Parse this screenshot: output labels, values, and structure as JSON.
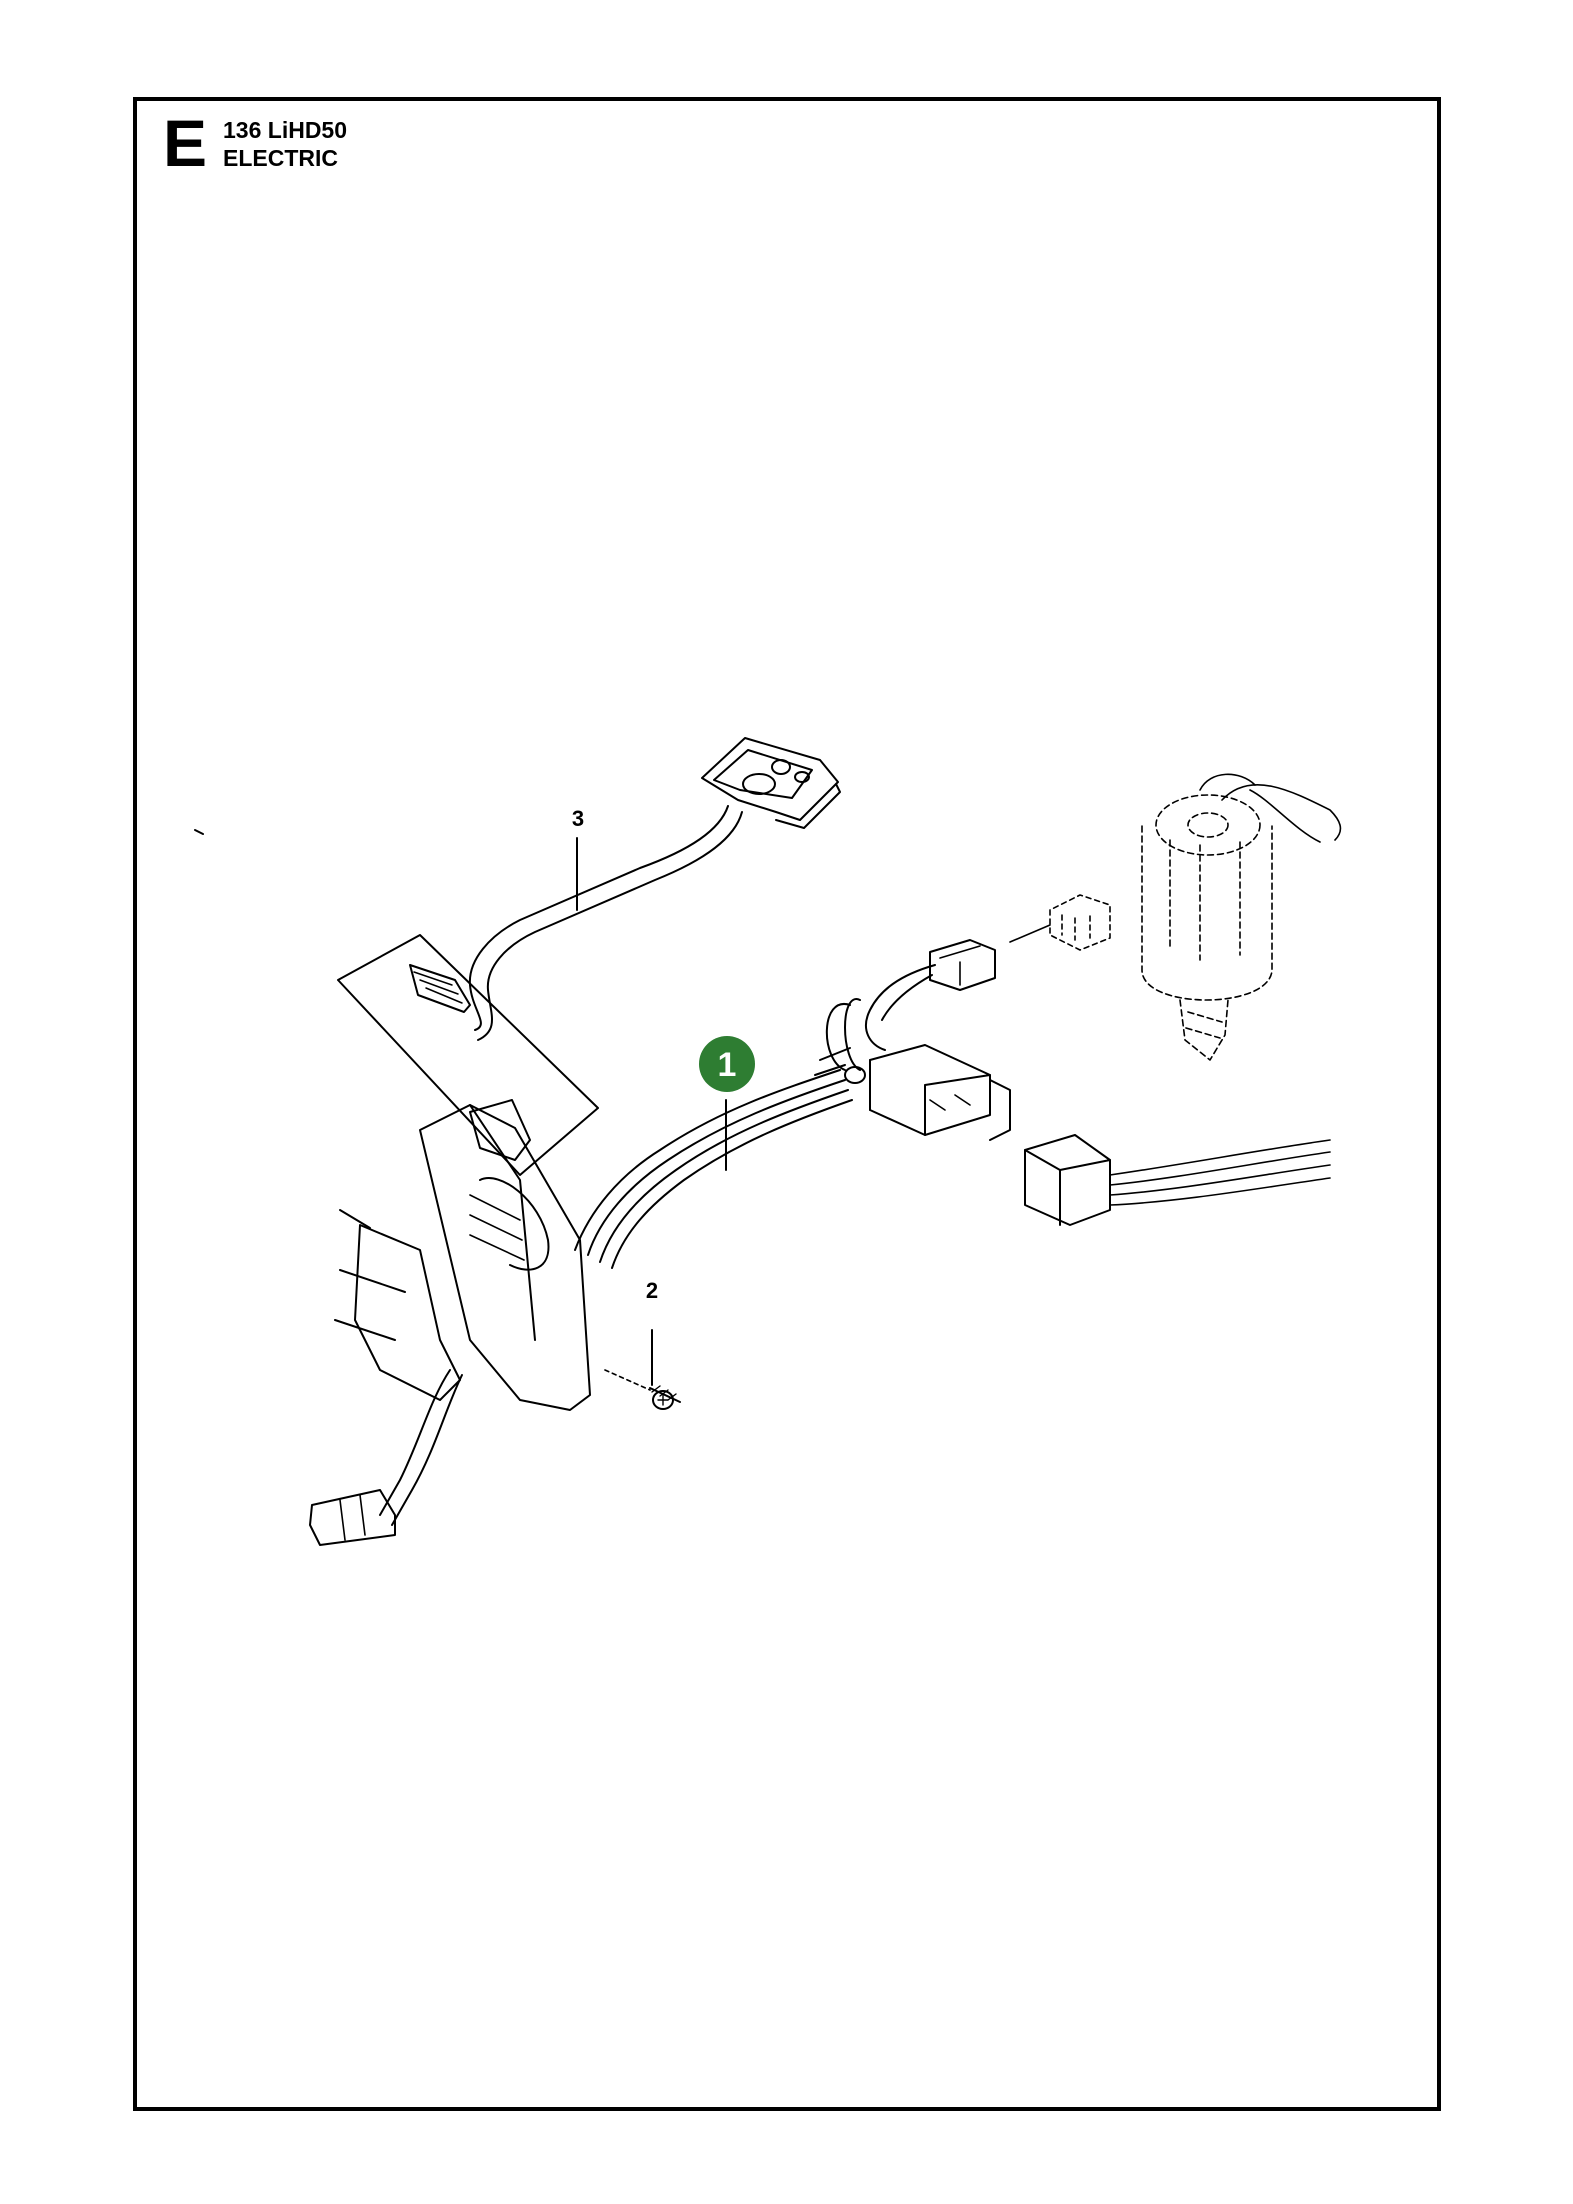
{
  "header": {
    "section_letter": "E",
    "model": "136 LiHD50",
    "group": "ELECTRIC"
  },
  "callouts": [
    {
      "label": "1",
      "highlighted": true
    },
    {
      "label": "2",
      "highlighted": false
    },
    {
      "label": "3",
      "highlighted": false
    }
  ],
  "colors": {
    "highlight_badge": "#2e7d32",
    "line": "#000000"
  }
}
